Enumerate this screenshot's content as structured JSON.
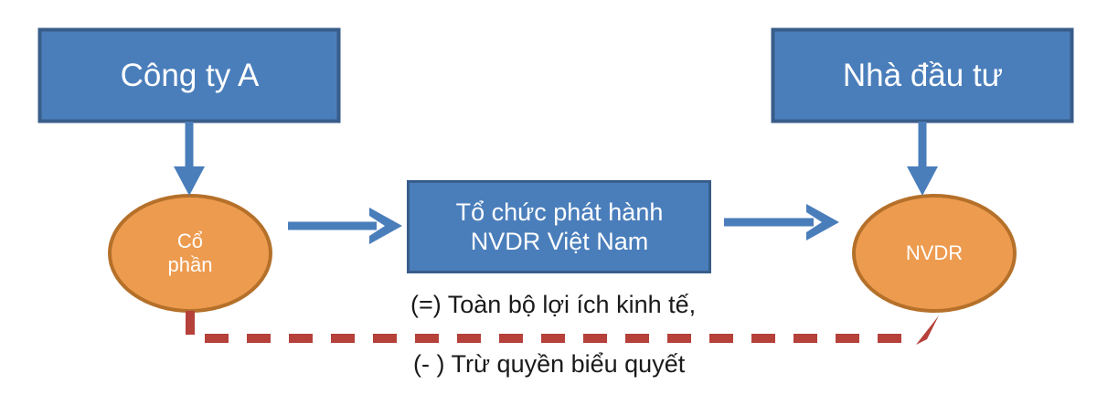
{
  "diagram": {
    "title": "NVDR structure flow diagram",
    "colors": {
      "box_fill": "#4A7EBB",
      "box_border": "#385D8A",
      "ellipse_fill": "#ED9B4F",
      "ellipse_border": "#B5702A",
      "arrow_blue": "#4A7EBB",
      "dashed_red": "#B5413A",
      "node_text": "#FFFFFF",
      "annotation_text": "#1A1A1A",
      "background": "#FFFFFF"
    },
    "nodes": [
      {
        "id": "cong-ty-a",
        "shape": "rectangle",
        "label": "Công ty A"
      },
      {
        "id": "nha-dau-tu",
        "shape": "rectangle",
        "label": "Nhà đầu tư"
      },
      {
        "id": "co-phan",
        "shape": "ellipse",
        "label": "Cổ\nphần"
      },
      {
        "id": "to-chuc-phat-hanh",
        "shape": "rectangle",
        "label": "Tổ chức phát hành\nNVDR Việt Nam"
      },
      {
        "id": "nvdr",
        "shape": "ellipse",
        "label": "NVDR"
      }
    ],
    "annotations": [
      {
        "id": "economic-benefit",
        "text": "(=) Toàn bộ lợi ích kinh tế,"
      },
      {
        "id": "no-voting-right",
        "text": "(- ) Trừ quyền biểu quyết"
      }
    ],
    "connectors": [
      {
        "id": "cong-ty-a-to-co-phan",
        "style": "solid",
        "color": "#4A7EBB",
        "direction": "down"
      },
      {
        "id": "co-phan-to-to-chuc",
        "style": "solid",
        "color": "#4A7EBB",
        "direction": "right"
      },
      {
        "id": "to-chuc-to-nvdr",
        "style": "solid",
        "color": "#4A7EBB",
        "direction": "right"
      },
      {
        "id": "nha-dau-tu-to-nvdr",
        "style": "solid",
        "color": "#4A7EBB",
        "direction": "down"
      },
      {
        "id": "co-phan-to-nvdr-dashed",
        "style": "dashed",
        "color": "#B5413A",
        "direction": "right"
      }
    ]
  }
}
